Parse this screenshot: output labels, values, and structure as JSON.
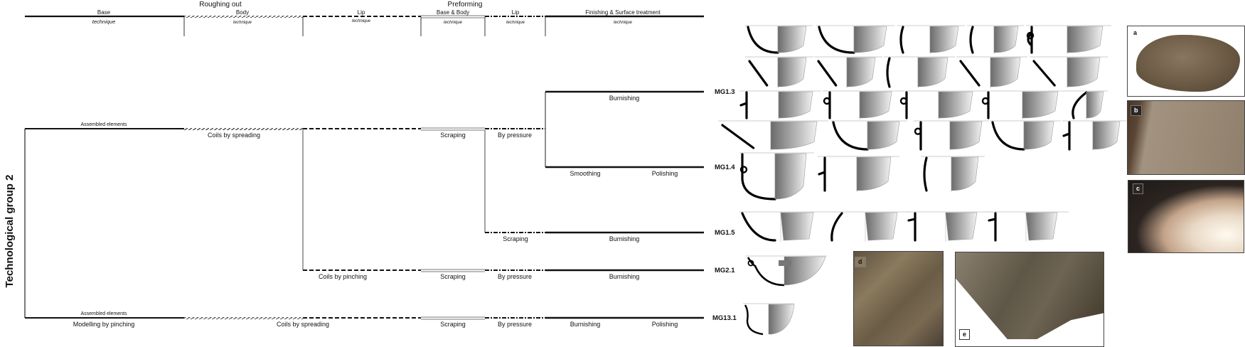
{
  "vertical_title": "Technological group 2",
  "phases": {
    "roughing_out": "Roughing out",
    "preforming": "Preforming"
  },
  "header_columns": [
    {
      "name": "Base",
      "sub": "technique",
      "line": "solid"
    },
    {
      "name": "Body",
      "sub": "technique",
      "line": "hatched"
    },
    {
      "name": "Lip",
      "sub": "technique",
      "line": "dashed"
    },
    {
      "name": "Base & Body",
      "sub": "technique",
      "line": "double"
    },
    {
      "name": "Lip",
      "sub": "technique",
      "line": "dash-dot"
    },
    {
      "name": "Finishing & Surface treatment",
      "sub": "technique",
      "line": "thick-solid"
    }
  ],
  "branches": {
    "main_assembled": "Assembled elements",
    "main_body": "Coils by spreading",
    "main_preform_base_body": "Scraping",
    "main_preform_lip": "By pressure",
    "mg13_assembled": "Assembled elements",
    "mg13_base": "Modelling by pinching",
    "mg13_body": "Coils by spreading",
    "mg13_preform_base_body": "Scraping",
    "mg13_preform_lip": "By pressure",
    "mg13_finish_1": "Burnishing",
    "mg13_finish_2": "Polishing",
    "mg21_lip": "Coils by pinching",
    "mg21_preform_base_body": "Scraping",
    "mg21_preform_lip": "By pressure",
    "mg21_finish": "Burnishing",
    "mg13_row_finish": "Burnishing",
    "mg14_finish_1": "Smoothing",
    "mg14_finish_2": "Polishing",
    "mg15_preform_lip": "Scraping",
    "mg15_finish": "Burnishing"
  },
  "groups": [
    {
      "id": "MG1.3"
    },
    {
      "id": "MG1.4"
    },
    {
      "id": "MG1.5"
    },
    {
      "id": "MG2.1"
    },
    {
      "id": "MG13.1"
    }
  ],
  "photos": [
    {
      "tag": "a"
    },
    {
      "tag": "b"
    },
    {
      "tag": "c"
    },
    {
      "tag": "d"
    },
    {
      "tag": "e"
    }
  ],
  "colors": {
    "line": "#111111",
    "grey_line": "#8a8a8a",
    "sherd_dark": "#6a6a6a",
    "sherd_light": "#f2f2f2",
    "photo_a": "#6b5a44",
    "photo_b": "#9a8a76",
    "photo_c_dark": "#2b2420",
    "photo_c_light": "#e9d9c6",
    "photo_d": "#7a6a52",
    "photo_e": "#6d6454"
  }
}
